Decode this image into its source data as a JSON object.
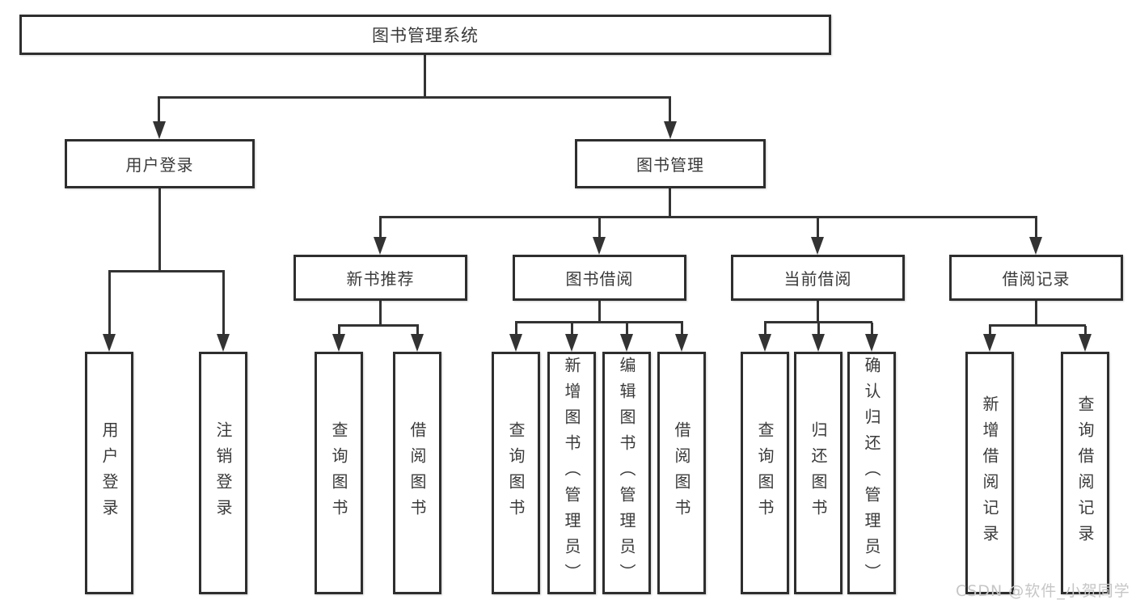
{
  "tree": {
    "label": "图书管理系统",
    "children": [
      {
        "label": "用户登录",
        "children": [
          {
            "label": "用户登录"
          },
          {
            "label": "注销登录"
          }
        ]
      },
      {
        "label": "图书管理",
        "children": [
          {
            "label": "新书推荐",
            "children": [
              {
                "label": "查询图书"
              },
              {
                "label": "借阅图书"
              }
            ]
          },
          {
            "label": "图书借阅",
            "children": [
              {
                "label": "查询图书"
              },
              {
                "label": "新增图书（管理员）"
              },
              {
                "label": "编辑图书（管理员）"
              },
              {
                "label": "借阅图书"
              }
            ]
          },
          {
            "label": "当前借阅",
            "children": [
              {
                "label": "查询图书"
              },
              {
                "label": "归还图书"
              },
              {
                "label": "确认归还（管理员）"
              }
            ]
          },
          {
            "label": "借阅记录",
            "children": [
              {
                "label": "新增借阅记录"
              },
              {
                "label": "查询借阅记录"
              }
            ]
          }
        ]
      }
    ]
  },
  "watermark": {
    "text": "CSDN @软件_小贺同学",
    "color": "#c6c6c6"
  },
  "colors": {
    "line": "#333333",
    "box_border": "#2e2e2e",
    "text": "#3a3a3a",
    "background": "#ffffff"
  }
}
